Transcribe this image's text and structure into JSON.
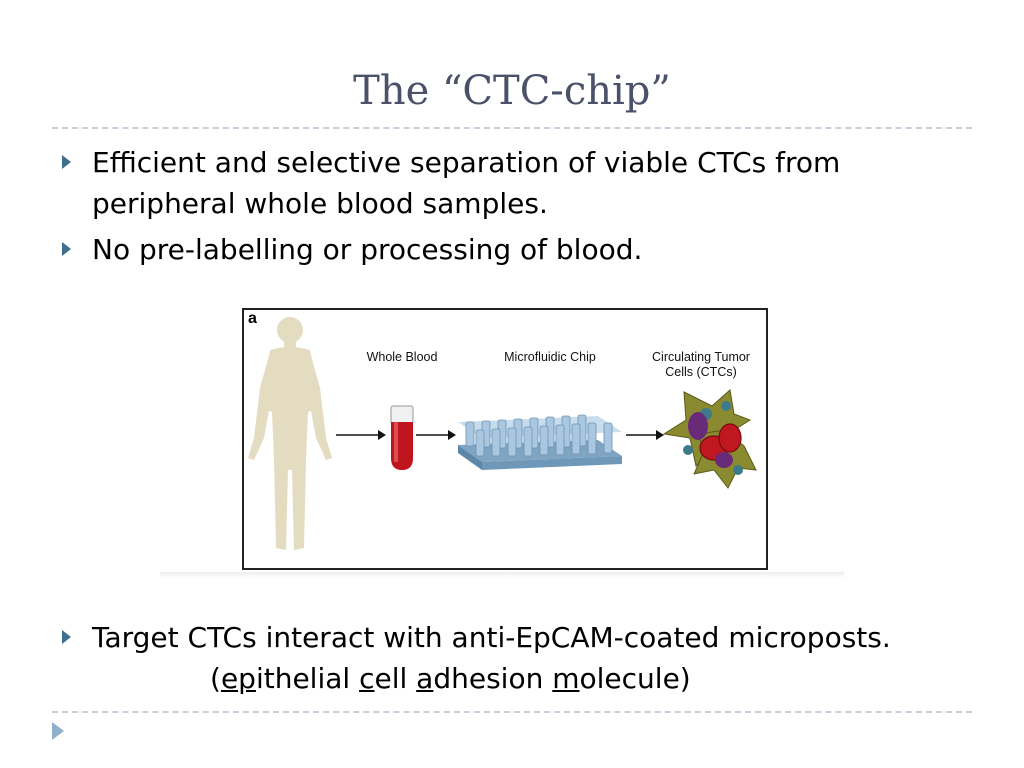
{
  "slide": {
    "title": "The “CTC-chip”",
    "bullets": [
      "Efficient and selective separation of viable CTCs from peripheral whole blood samples.",
      "No pre-labelling or processing of blood."
    ],
    "bullet3": {
      "text_start": "Target CTCs interact with anti-EpCAM-coated microposts.",
      "paren_open": "(",
      "ep": "ep",
      "ithelial": "ithelial ",
      "c": "c",
      "ell": "ell ",
      "a": "a",
      "dhesion": "dhesion ",
      "m": "m",
      "olecule": "olecule)"
    }
  },
  "figure": {
    "panel_letter": "a",
    "labels": {
      "whole_blood": "Whole Blood",
      "microfluidic_chip": "Microfluidic Chip",
      "ctc_line1": "Circulating Tumor",
      "ctc_line2": "Cells (CTCs)"
    }
  },
  "colors": {
    "title": "#4a5168",
    "bullet_arrow": "#3f6f8c",
    "rule": "#c8d0dc",
    "body_silhouette": "#e4dcc0",
    "blood": "#c0141e",
    "chip": "#8fb3d0",
    "tumor_cell": "#8a8a30",
    "red_cell": "#c01820",
    "purple_cell": "#6a2a7a"
  }
}
